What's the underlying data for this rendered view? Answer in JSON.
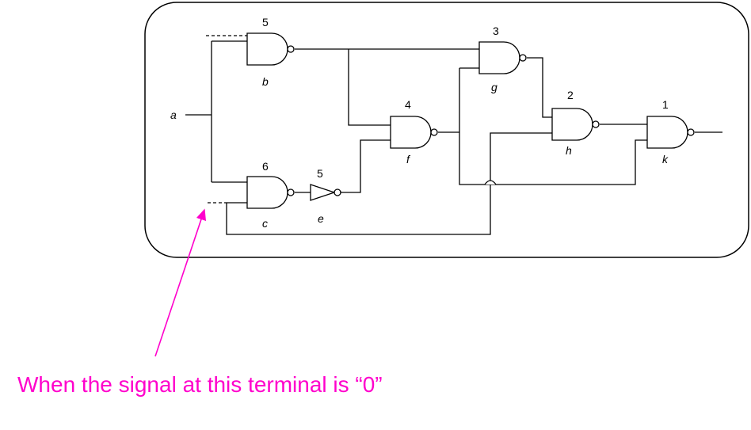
{
  "diagram": {
    "input_label": "a",
    "gates": [
      {
        "id": "b",
        "number": "5",
        "name": "b"
      },
      {
        "id": "c",
        "number": "6",
        "name": "c"
      },
      {
        "id": "e",
        "number": "5",
        "name": "e"
      },
      {
        "id": "f",
        "number": "4",
        "name": "f"
      },
      {
        "id": "g",
        "number": "3",
        "name": "g"
      },
      {
        "id": "h",
        "number": "2",
        "name": "h"
      },
      {
        "id": "k",
        "number": "1",
        "name": "k"
      }
    ]
  },
  "annotation": {
    "text": "When the signal at this terminal is “0”",
    "color": "#ff00cc"
  }
}
